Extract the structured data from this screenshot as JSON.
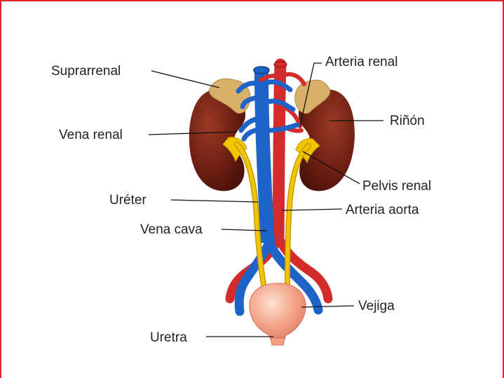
{
  "labels": {
    "suprarrenal": "Suprarrenal",
    "arteria_renal": "Arteria renal",
    "rinon": "Riñón",
    "vena_renal": "Vena renal",
    "pelvis_renal": "Pelvis renal",
    "ureter": "Uréter",
    "arteria_aorta": "Arteria aorta",
    "vena_cava": "Vena cava",
    "vejiga": "Vejiga",
    "uretra": "Uretra"
  },
  "colors": {
    "frame_border": "#e0242b",
    "vein": "#1e64c8",
    "artery": "#d42b2b",
    "kidney": "#6e1f12",
    "adrenal": "#d9b06a",
    "ureter": "#f2c500",
    "bladder": "#f3a285"
  }
}
